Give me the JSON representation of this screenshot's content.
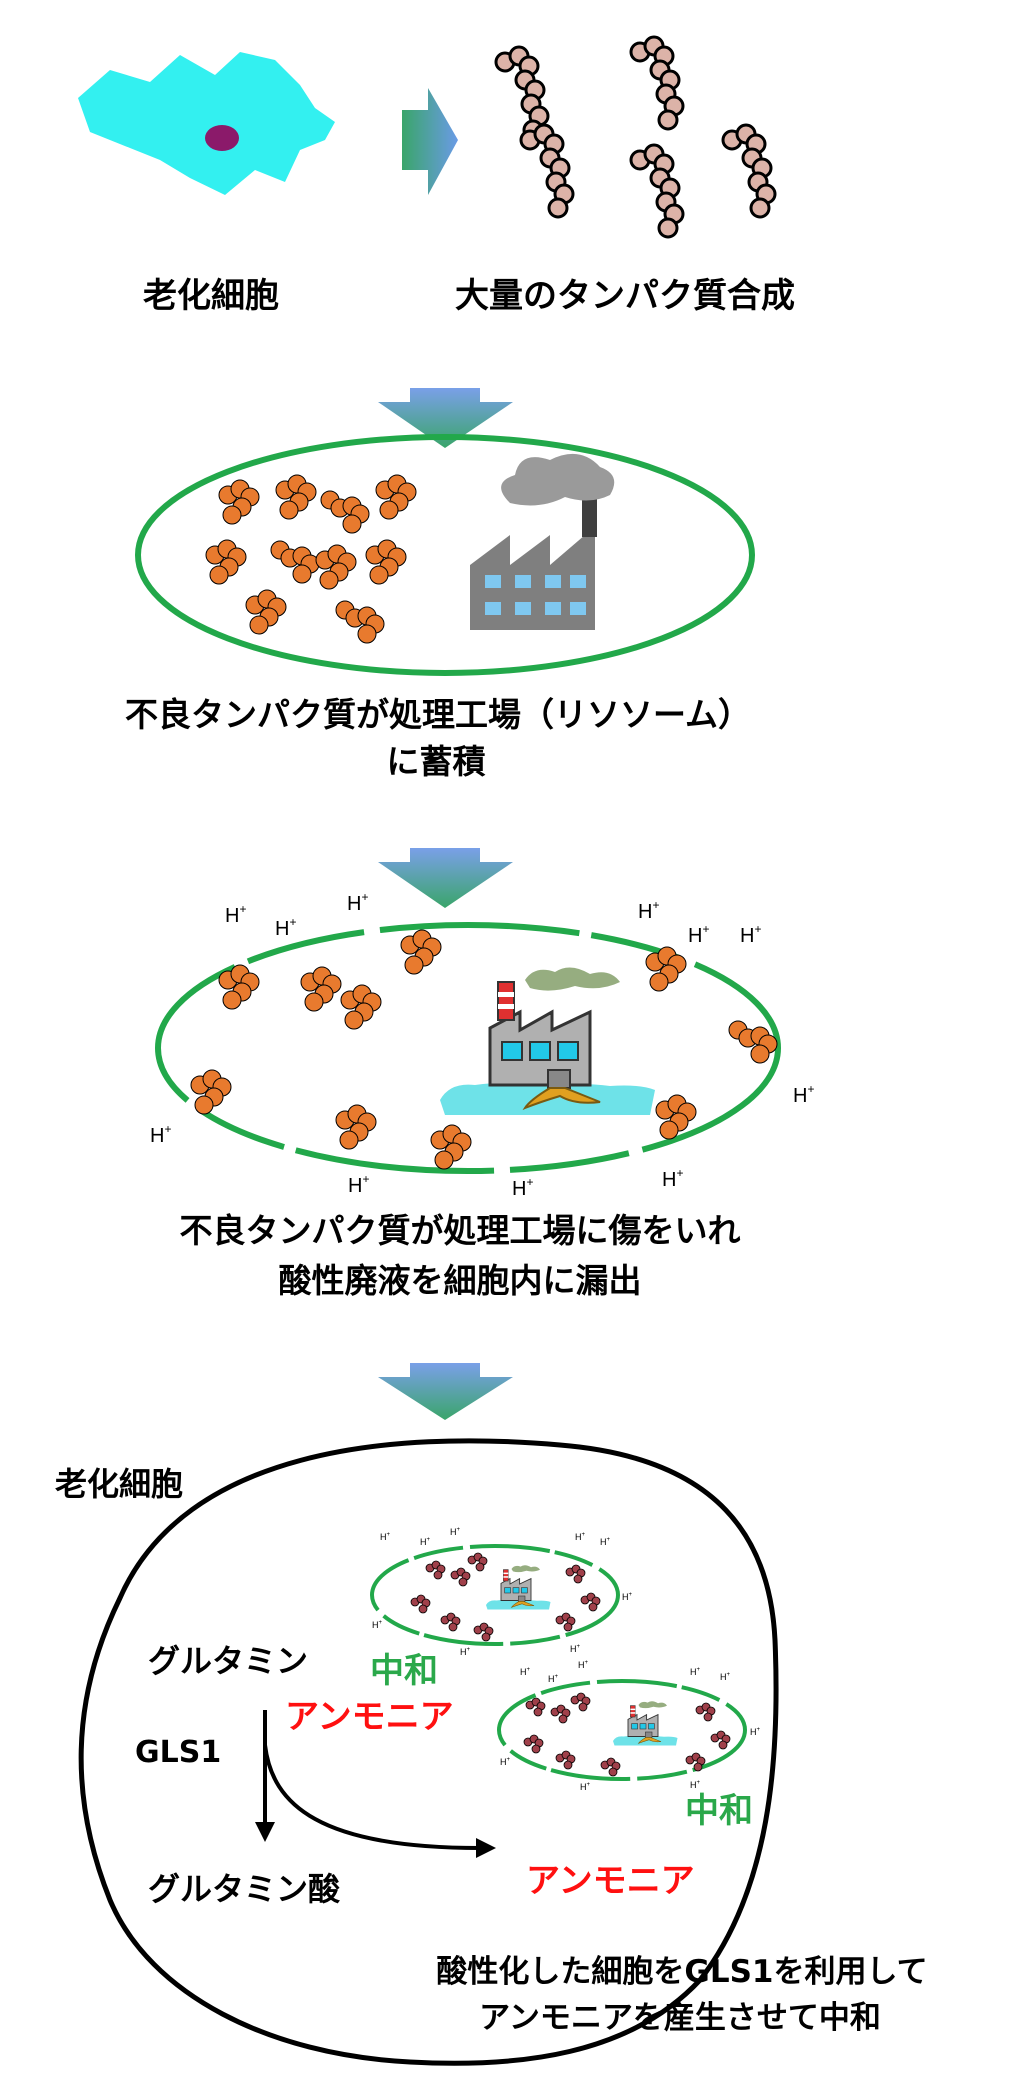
{
  "labels": {
    "senescent_cell": "老化細胞",
    "protein_synthesis": "大量のタンパク質合成",
    "accum_line1": "不良タンパク質が処理工場（リソソーム）",
    "accum_line2": "に蓄積",
    "damage_line1": "不良タンパク質が処理工場に傷をいれ",
    "damage_line2": "酸性廃液を細胞内に漏出",
    "cell_title": "老化細胞",
    "glutamine": "グルタミン",
    "gls1": "GLS1",
    "glutamic_acid": "グルタミン酸",
    "neutralize_1": "中和",
    "ammonia_1": "アンモニア",
    "neutralize_2": "中和",
    "ammonia_2": "アンモニア",
    "conclusion_line1": "酸性化した細胞をGLS1を利用して",
    "conclusion_line2": "アンモニアを産生させて中和"
  },
  "hplus": "H",
  "hplus_sup": "+",
  "colors": {
    "cell_cyan": "#33f0f0",
    "nucleus": "#8b1a6a",
    "lysosome_green": "#22a84a",
    "protein_orange": "#e87a2e",
    "protein_pink": "#dcb3a8",
    "protein_maroon": "#a0404a",
    "ammonia_red": "#ff1010",
    "neutralize_green": "#2aa84a",
    "factory_gray": "#7f7f7f",
    "window_blue": "#7fc8f0"
  },
  "icons": [
    "arrow-right-icon",
    "arrow-down-icon",
    "factory-icon",
    "polluting-factory-icon",
    "protein-chain-icon"
  ]
}
